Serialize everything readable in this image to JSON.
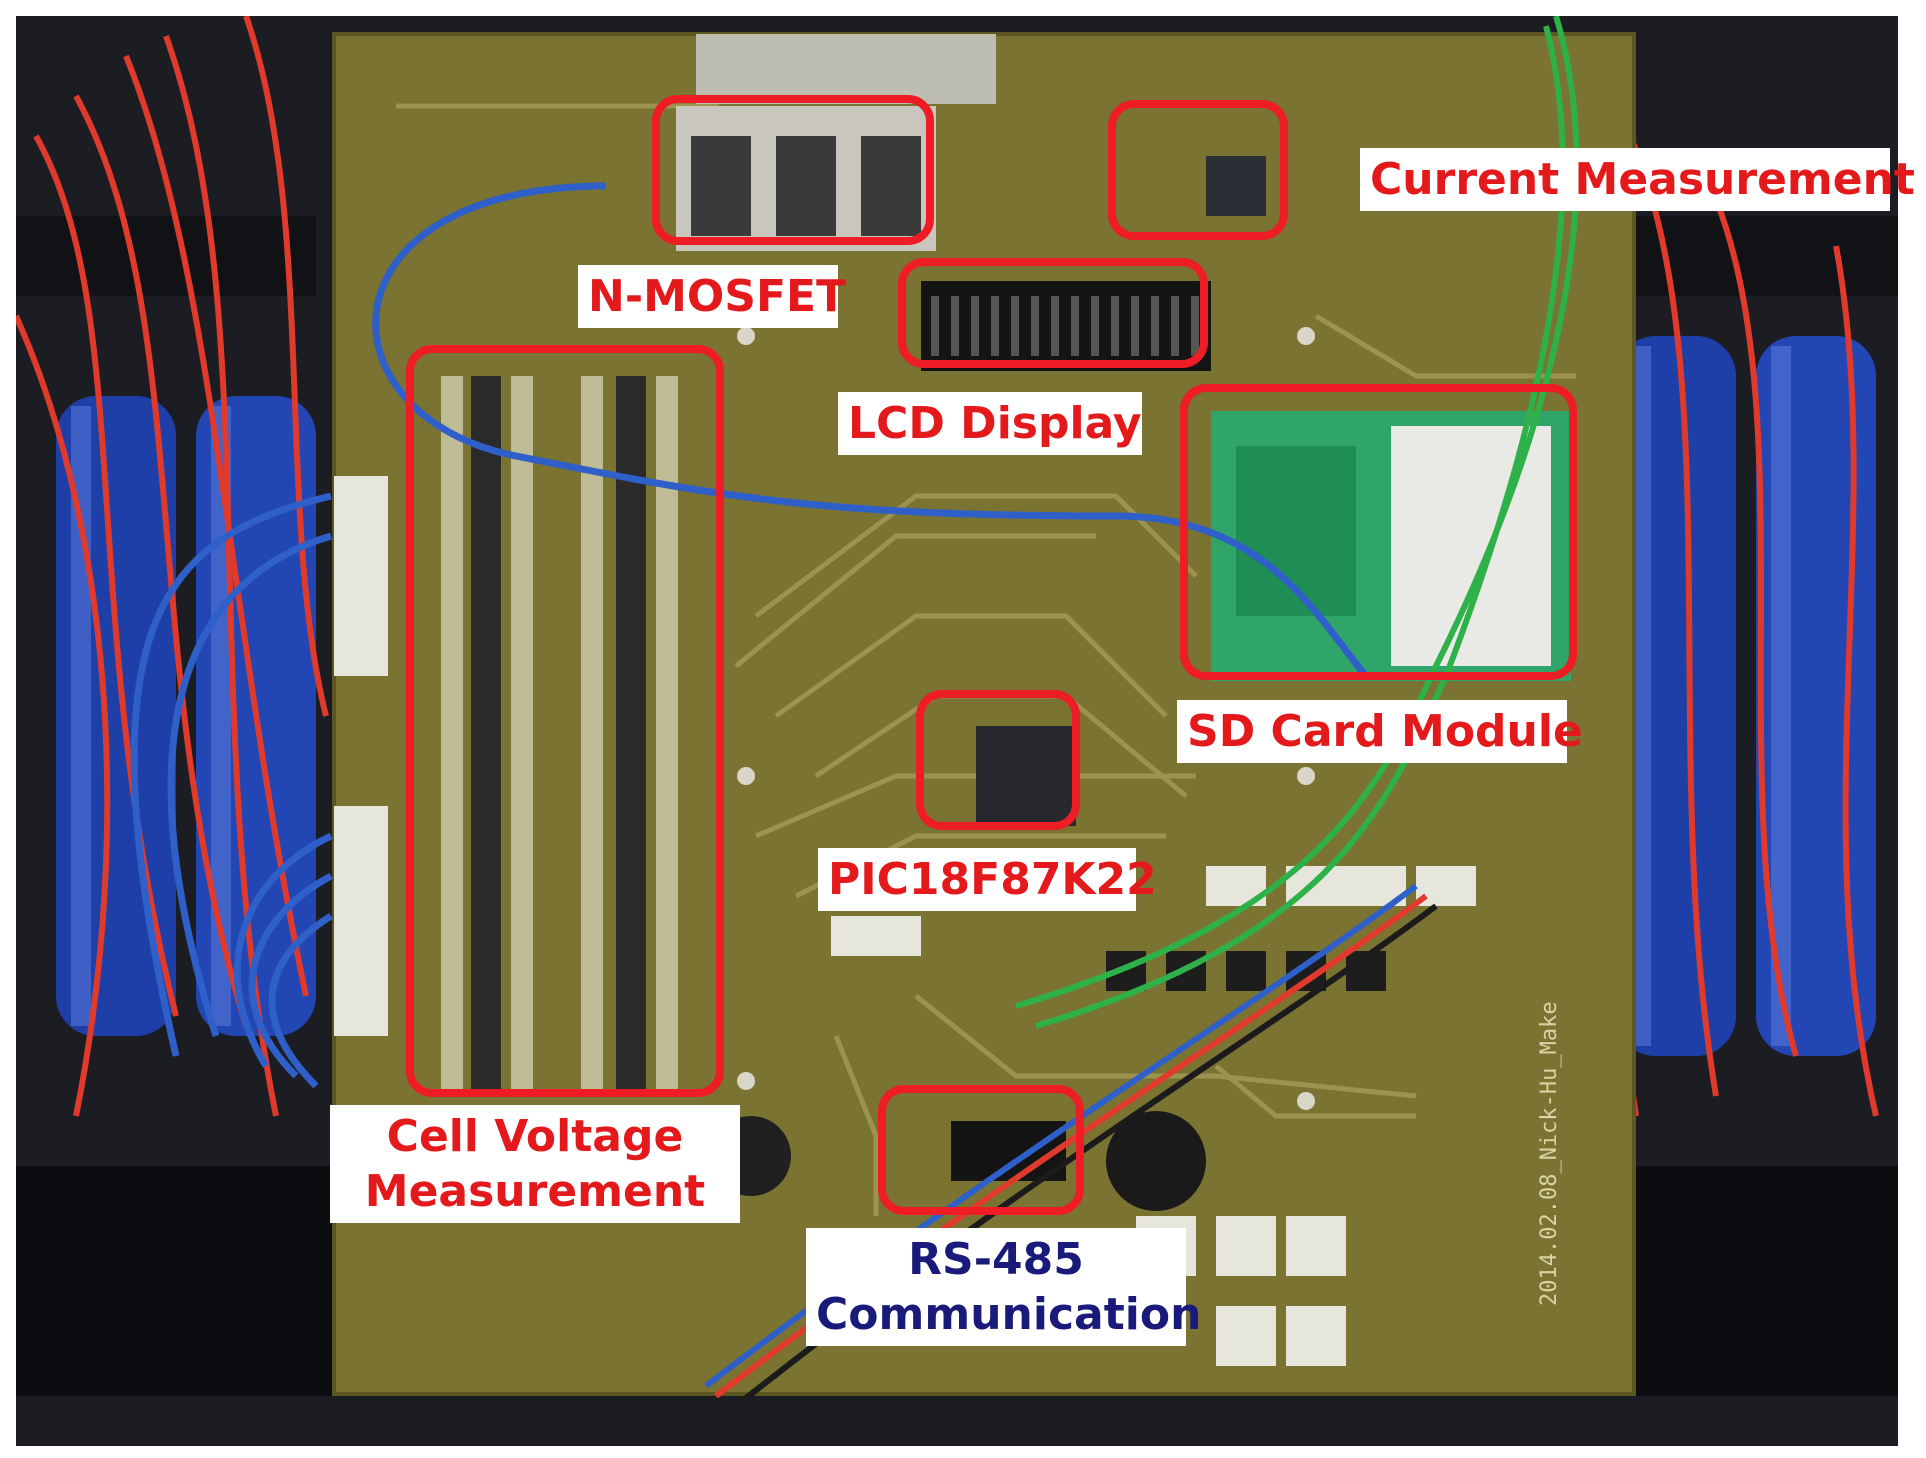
{
  "image": {
    "subject": "battery-management-pcb-photo",
    "colors": {
      "pcb": "#7a7332",
      "highlight": "#ee1c24",
      "label_text": "#e3191b",
      "label_bg": "#ffffff",
      "cells": "#1f3fa8",
      "wires_red": "#e03a2c",
      "wires_blue": "#2f5fc9",
      "wires_green": "#2fb14a"
    }
  },
  "labels": {
    "current_measurement": "Current Measurement",
    "n_mosfet": "N-MOSFET",
    "lcd_display": "LCD Display",
    "sd_card_module": "SD Card Module",
    "mcu": "PIC18F87K22",
    "cell_voltage_line1": "Cell Voltage",
    "cell_voltage_line2": "Measurement",
    "rs485_line1": "RS-485",
    "rs485_line2": "Communication"
  },
  "board_silkscreen": "2014.02.08_Nick-Hu_Make"
}
